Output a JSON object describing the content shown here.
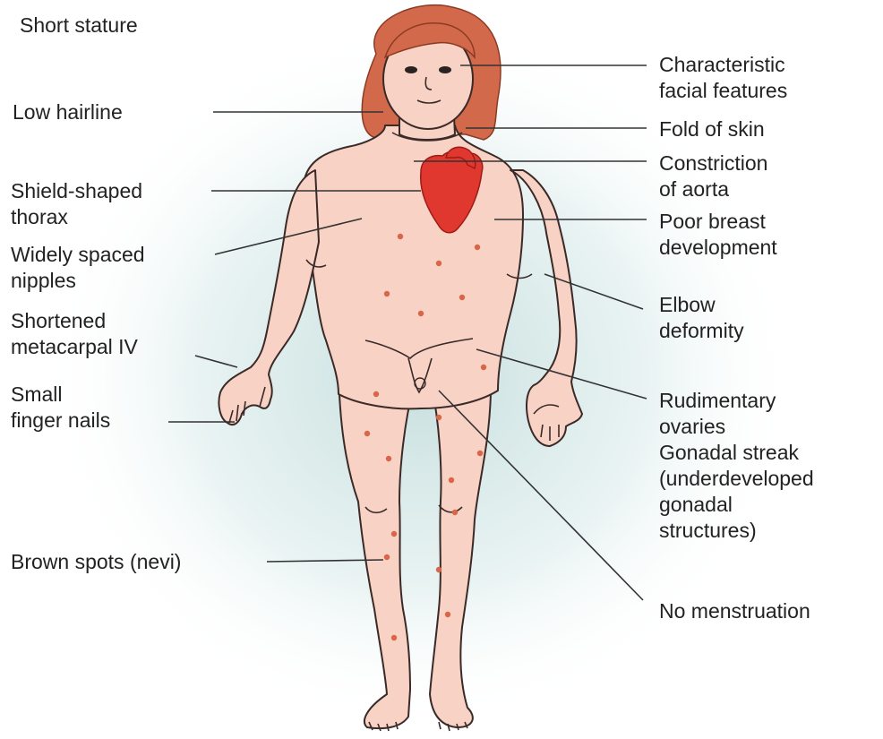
{
  "labels": {
    "short_stature": [
      "Short stature"
    ],
    "low_hairline": [
      "Low hairline"
    ],
    "shield_thorax": [
      "Shield-shaped",
      "thorax"
    ],
    "widely_spaced_nipples": [
      "Widely spaced",
      "nipples"
    ],
    "shortened_metacarpal": [
      "Shortened",
      "metacarpal IV"
    ],
    "small_finger_nails": [
      "Small",
      "finger nails"
    ],
    "brown_spots": [
      "Brown spots (nevi)"
    ],
    "facial_features": [
      "Characteristic",
      "facial features"
    ],
    "fold_of_skin": [
      "Fold of skin"
    ],
    "constriction_aorta": [
      "Constriction",
      "of aorta"
    ],
    "poor_breast": [
      "Poor breast",
      "development"
    ],
    "elbow_deformity": [
      "Elbow",
      "deformity"
    ],
    "rudimentary_ovaries": [
      "Rudimentary",
      "ovaries",
      "Gonadal streak",
      "(underdeveloped",
      "gonadal",
      "structures)"
    ],
    "no_menstruation": [
      "No menstruation"
    ]
  },
  "colors": {
    "skin": "#f8d2c4",
    "hair": "#d2694a",
    "heart": "#e0372f",
    "nevi": "#d9664a",
    "background_glow": "#bcd9d8"
  }
}
